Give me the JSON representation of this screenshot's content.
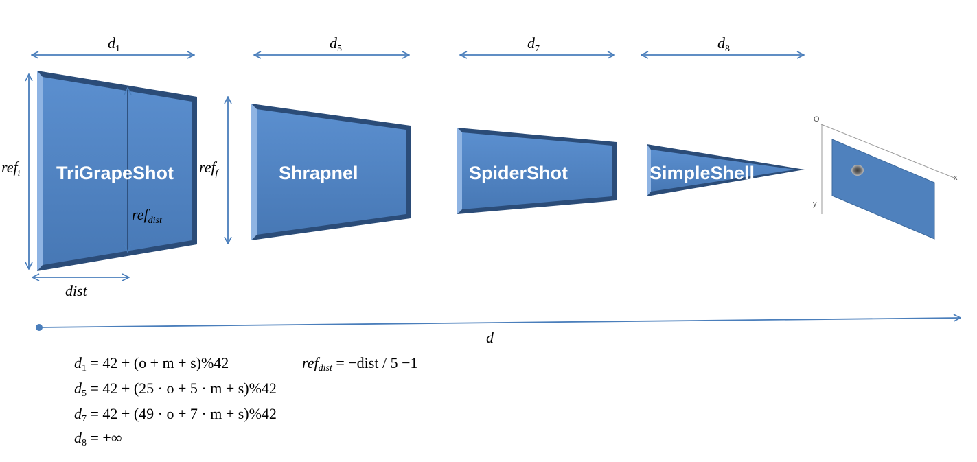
{
  "shapes": {
    "trigrapeshot": "TriGrapeShot",
    "shrapnel": "Shrapnel",
    "spidershot": "SpiderShot",
    "simpleshell": "SimpleShell"
  },
  "dimensions": {
    "d1": {
      "base": "d",
      "sub": "1"
    },
    "d5": {
      "base": "d",
      "sub": "5"
    },
    "d7": {
      "base": "d",
      "sub": "7"
    },
    "d8": {
      "base": "d",
      "sub": "8"
    },
    "ref_i": {
      "base": "ref",
      "sub": "i"
    },
    "ref_f": {
      "base": "ref",
      "sub": "f"
    },
    "ref_dist": {
      "base": "ref",
      "sub": "dist"
    },
    "dist": "dist",
    "d": "d"
  },
  "target_axes": {
    "origin": "O",
    "x": "x",
    "y": "y"
  },
  "formulas": {
    "d1": {
      "lhs": "d",
      "sub": "1",
      "rhs": "= 42 + (o + m + s)%42"
    },
    "d5": {
      "lhs": "d",
      "sub": "5",
      "rhs": "= 42 + (25 · o + 5 · m + s)%42"
    },
    "d7": {
      "lhs": "d",
      "sub": "7",
      "rhs": "= 42 + (49 · o + 7 · m + s)%42"
    },
    "d8": {
      "lhs": "d",
      "sub": "8",
      "rhs": "= +∞"
    },
    "refdist": {
      "lhs": "ref",
      "sub": "dist",
      "rhs": "= −dist / 5 −1"
    }
  },
  "colors": {
    "shape_fill": "#4f81bd",
    "shape_edge": "#2a4a73",
    "arrow": "#4a7ebb"
  }
}
